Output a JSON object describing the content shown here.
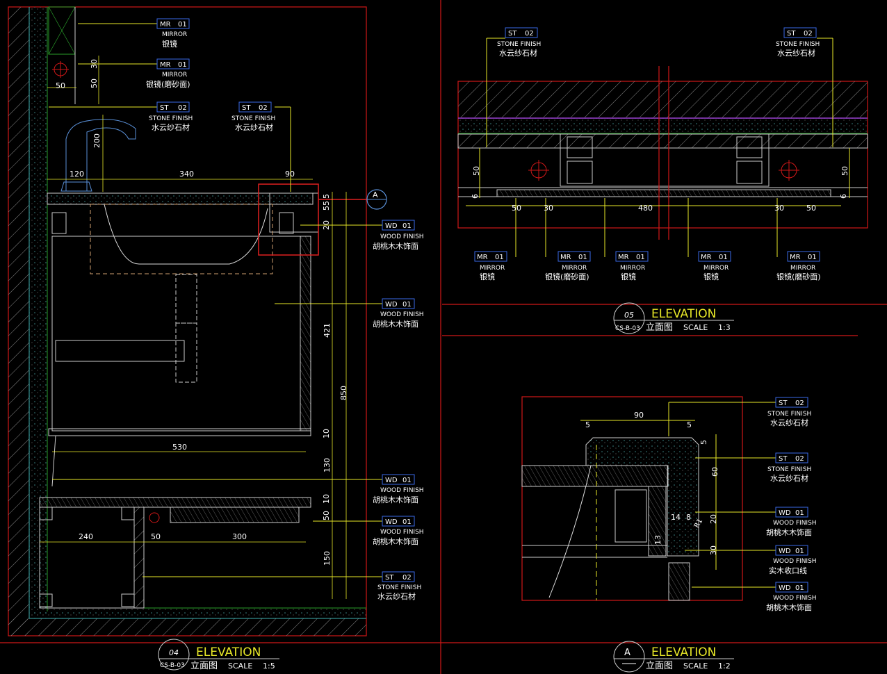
{
  "materials": {
    "mr": "MR",
    "st": "ST",
    "wd": "WD",
    "n01": "01",
    "n02": "02",
    "mirror_en": "MIRROR",
    "mirror_cn": "银镜",
    "mirror_frosted_cn": "银镜(磨砂面)",
    "stone_en": "STONE FINISH",
    "stone_cn": "水云纱石材",
    "wood_en": "WOOD FINISH",
    "wood_cn": "胡桃木木饰面",
    "solid_wood_cn": "实木收口线"
  },
  "titles": {
    "elevation": "ELEVATION",
    "cn": "立面图",
    "scale_word": "SCALE",
    "scale_04": "1:5",
    "scale_05": "1:3",
    "scale_a": "1:2",
    "num_04": "04",
    "num_05": "05",
    "num_a": "A",
    "sheet": "CS-B-03"
  },
  "dims_04": {
    "d50a": "50",
    "d30": "30",
    "d50b": "50",
    "d200": "200",
    "d120": "120",
    "d340": "340",
    "d90": "90",
    "d5": "5",
    "d55": "55",
    "d20": "20",
    "d421": "421",
    "d850": "850",
    "d10a": "10",
    "d530": "530",
    "d130": "130",
    "d10b": "10",
    "d50c": "50",
    "d240": "240",
    "d50d": "50",
    "d300": "300",
    "d150": "150"
  },
  "dims_05": {
    "d50l": "50",
    "d6l": "6",
    "d50r": "50",
    "d6r": "6",
    "b50a": "50",
    "b30a": "30",
    "b480": "480",
    "b30b": "30",
    "b50b": "50"
  },
  "dims_a": {
    "d90": "90",
    "d5a": "5",
    "d5b": "5",
    "d5c": "5",
    "d60": "60",
    "d20": "20",
    "d30": "30",
    "d14": "14",
    "d8": "8",
    "d13": "13",
    "r1": "R1"
  }
}
